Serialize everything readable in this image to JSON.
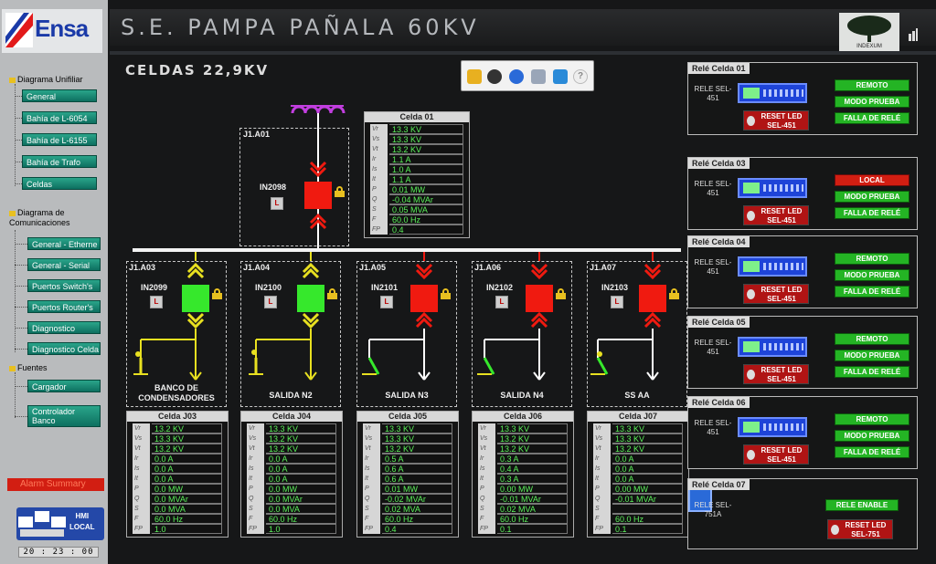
{
  "app": {
    "title": "S.E. PAMPA PAÑALA 60KV",
    "logo_text": "Ensa",
    "partner_logo": "INDEXUM"
  },
  "sidebar": {
    "group1": "Diagrama Unifiliar",
    "items1": [
      "General",
      "Bahía de L-6054",
      "Bahía de L-6155",
      "Bahía de Trafo",
      "Celdas"
    ],
    "group2": "Diagrama de Comunicaciones",
    "items2": [
      "General - Etherne",
      "General - Serial",
      "Puertos Switch's",
      "Puertos Router's",
      "Diagnostico",
      "Diagnostico Celda"
    ],
    "group3": "Fuentes",
    "items3": [
      "Cargador",
      "Controlador Banco Compensacion"
    ],
    "alarm_label": "Alarm Summary",
    "hmi_label": "HMI",
    "hmi_mode": "LOCAL",
    "clock": "20 : 23 : 00"
  },
  "main": {
    "section_title": "CELDAS 22,9KV"
  },
  "toolbar": {
    "icons": [
      "folder-icon",
      "settings-icon",
      "info-icon",
      "tools-icon",
      "windows-icon",
      "help-icon"
    ],
    "help_label": "?"
  },
  "incomer": {
    "cell_tag": "J1.A01",
    "breaker_code": "IN2098",
    "box_title": "Celda 01",
    "rows": [
      [
        "Vr",
        "13.3 KV"
      ],
      [
        "Vs",
        "13.3 KV"
      ],
      [
        "Vt",
        "13.2 KV"
      ],
      [
        "Ir",
        "1.1 A"
      ],
      [
        "Is",
        "1.0 A"
      ],
      [
        "It",
        "1.1 A"
      ],
      [
        "P",
        "0.01 MW"
      ],
      [
        "Q",
        "-0.04 MVAr"
      ],
      [
        "S",
        "0.05 MVA"
      ],
      [
        "F",
        "60.0 Hz"
      ],
      [
        "FP",
        "0.4"
      ]
    ]
  },
  "feeders": [
    {
      "tag": "J1.A03",
      "code": "IN2099",
      "name": "BANCO DE CONDENSADORES",
      "state": "closed",
      "box": "Celda J03",
      "rows": [
        [
          "Vr",
          "13.2 KV"
        ],
        [
          "Vs",
          "13.3 KV"
        ],
        [
          "Vt",
          "13.2 KV"
        ],
        [
          "Ir",
          "0.0 A"
        ],
        [
          "Is",
          "0.0 A"
        ],
        [
          "It",
          "0.0 A"
        ],
        [
          "P",
          "0.0 MW"
        ],
        [
          "Q",
          "0.0 MVAr"
        ],
        [
          "S",
          "0.0 MVA"
        ],
        [
          "F",
          "60.0 Hz"
        ],
        [
          "FP",
          "1.0"
        ]
      ]
    },
    {
      "tag": "J1.A04",
      "code": "IN2100",
      "name": "SALIDA N2",
      "state": "closed",
      "box": "Celda J04",
      "rows": [
        [
          "Vr",
          "13.3 KV"
        ],
        [
          "Vs",
          "13.2 KV"
        ],
        [
          "Vt",
          "13.2 KV"
        ],
        [
          "Ir",
          "0.0 A"
        ],
        [
          "Is",
          "0.0 A"
        ],
        [
          "It",
          "0.0 A"
        ],
        [
          "P",
          "0.0 MW"
        ],
        [
          "Q",
          "0.0 MVAr"
        ],
        [
          "S",
          "0.0 MVA"
        ],
        [
          "F",
          "60.0 Hz"
        ],
        [
          "FP",
          "1.0"
        ]
      ]
    },
    {
      "tag": "J1.A05",
      "code": "IN2101",
      "name": "SALIDA N3",
      "state": "open",
      "box": "Celda J05",
      "rows": [
        [
          "Vr",
          "13.3 KV"
        ],
        [
          "Vs",
          "13.3 KV"
        ],
        [
          "Vt",
          "13.2 KV"
        ],
        [
          "Ir",
          "0.5 A"
        ],
        [
          "Is",
          "0.6 A"
        ],
        [
          "It",
          "0.6 A"
        ],
        [
          "P",
          "0.01 MW"
        ],
        [
          "Q",
          "-0.02 MVAr"
        ],
        [
          "S",
          "0.02 MVA"
        ],
        [
          "F",
          "60.0 Hz"
        ],
        [
          "FP",
          "0.4"
        ]
      ]
    },
    {
      "tag": "J1.A06",
      "code": "IN2102",
      "name": "SALIDA N4",
      "state": "open",
      "box": "Celda J06",
      "rows": [
        [
          "Vr",
          "13.3 KV"
        ],
        [
          "Vs",
          "13.2 KV"
        ],
        [
          "Vt",
          "13.2 KV"
        ],
        [
          "Ir",
          "0.3 A"
        ],
        [
          "Is",
          "0.4 A"
        ],
        [
          "It",
          "0.3 A"
        ],
        [
          "P",
          "0.00 MW"
        ],
        [
          "Q",
          "-0.01 MVAr"
        ],
        [
          "S",
          "0.02 MVA"
        ],
        [
          "F",
          "60.0 Hz"
        ],
        [
          "FP",
          "0.1"
        ]
      ]
    },
    {
      "tag": "J1.A07",
      "code": "IN2103",
      "name": "SS AA",
      "state": "open",
      "box": "Celda J07",
      "rows": [
        [
          "Vr",
          "13.3 KV"
        ],
        [
          "Vs",
          "13.3 KV"
        ],
        [
          "Vt",
          "13.2 KV"
        ],
        [
          "Ir",
          "0.0 A"
        ],
        [
          "Is",
          "0.0 A"
        ],
        [
          "It",
          "0.0 A"
        ],
        [
          "P",
          "0.00 MW"
        ],
        [
          "Q",
          "-0.01 MVAr"
        ],
        [
          "S",
          "",
          ""
        ],
        [
          "F",
          "60.0 Hz"
        ],
        [
          "FP",
          "0.1"
        ]
      ]
    }
  ],
  "relays": [
    {
      "title": "Relé Celda 01",
      "model": "RELE SEL-451",
      "reset": "RESET LED SEL-451",
      "buttons": [
        {
          "label": "REMOTO",
          "color": "green"
        },
        {
          "label": "MODO PRUEBA",
          "color": "green"
        },
        {
          "label": "FALLA DE RELÉ",
          "color": "green"
        }
      ]
    },
    {
      "title": "Relé Celda 03",
      "model": "RELE SEL-451",
      "reset": "RESET LED SEL-451",
      "buttons": [
        {
          "label": "LOCAL",
          "color": "red"
        },
        {
          "label": "MODO PRUEBA",
          "color": "green"
        },
        {
          "label": "FALLA DE RELÉ",
          "color": "green"
        }
      ]
    },
    {
      "title": "Relé Celda 04",
      "model": "RELE SEL-451",
      "reset": "RESET LED SEL-451",
      "buttons": [
        {
          "label": "REMOTO",
          "color": "green"
        },
        {
          "label": "MODO PRUEBA",
          "color": "green"
        },
        {
          "label": "FALLA DE RELÉ",
          "color": "green"
        }
      ]
    },
    {
      "title": "Relé Celda 05",
      "model": "RELE SEL-451",
      "reset": "RESET LED SEL-451",
      "buttons": [
        {
          "label": "REMOTO",
          "color": "green"
        },
        {
          "label": "MODO PRUEBA",
          "color": "green"
        },
        {
          "label": "FALLA DE RELÉ",
          "color": "green"
        }
      ]
    },
    {
      "title": "Relé Celda 06",
      "model": "RELE SEL-451",
      "reset": "RESET LED SEL-451",
      "buttons": [
        {
          "label": "REMOTO",
          "color": "green"
        },
        {
          "label": "MODO PRUEBA",
          "color": "green"
        },
        {
          "label": "FALLA DE RELÉ",
          "color": "green"
        }
      ]
    },
    {
      "title": "Relé Celda 07",
      "model": "RELE SEL-751A",
      "reset": "RESET LED SEL-751",
      "buttons": [
        {
          "label": "RELE ENABLE",
          "color": "green"
        }
      ]
    }
  ],
  "colors": {
    "breaker_closed": "#36e82c",
    "breaker_open": "#f01a10",
    "feeder_closed_line": "#e8e020",
    "feeder_open_line": "#ffffff",
    "value_text": "#5cf25c",
    "transformer": "#c23ee0"
  }
}
